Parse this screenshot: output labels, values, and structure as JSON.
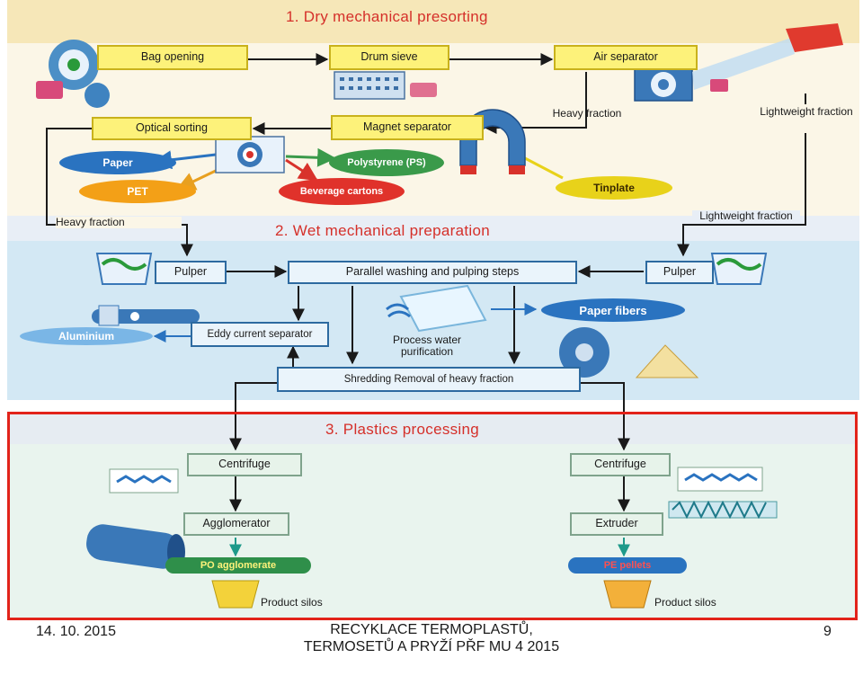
{
  "sections": {
    "s1": "1. Dry mechanical presorting",
    "s2": "2. Wet mechanical preparation",
    "s3": "3. Plastics processing"
  },
  "boxes": {
    "bag_opening": "Bag opening",
    "drum_sieve": "Drum sieve",
    "air_separator": "Air separator",
    "optical_sorting": "Optical sorting",
    "magnet_separator": "Magnet  separator",
    "pulper_left": "Pulper",
    "parallel": "Parallel washing and pulping steps",
    "pulper_right": "Pulper",
    "eddy_current": "Eddy current separator",
    "shredding": "Shredding Removal of heavy fraction",
    "centrifuge_left": "Centrifuge",
    "agglomerator": "Agglomerator",
    "centrifuge_right": "Centrifuge",
    "extruder": "Extruder"
  },
  "outputs": {
    "paper": "Paper",
    "pet": "PET",
    "polystyrene": "Polystyrene (PS)",
    "beverage_cartons": "Beverage cartons",
    "tinplate": "Tinplate",
    "paper_fibers": "Paper fibers",
    "aluminium": "Aluminium",
    "po_agglomerate": "PO agglomerate",
    "pe_pellets": "PE pellets"
  },
  "labels": {
    "heavy_fraction_top": "Heavy fraction",
    "lightweight_fraction_top": "Lightweight fraction",
    "heavy_fraction_left": "Heavy fraction",
    "lightweight_fraction_right": "Lightweight fraction",
    "process_water": "Process water purification",
    "product_silos_left": "Product silos",
    "product_silos_right": "Product silos"
  },
  "footer": {
    "date": "14. 10. 2015",
    "title": "RECYKLACE TERMOPLASTŮ, TERMOSETŮ A PRYŽÍ PŘF MU 4 2015",
    "page": "9"
  },
  "colors": {
    "title_red": "#d5302a",
    "yellow_box": "#fdf27a",
    "blue_oval": "#2a73c0",
    "orange_oval": "#f3a017",
    "green_oval": "#3a9a4a",
    "red_oval": "#e0322b",
    "yellow_oval": "#e8d21a",
    "frame_red": "#e2231a"
  }
}
